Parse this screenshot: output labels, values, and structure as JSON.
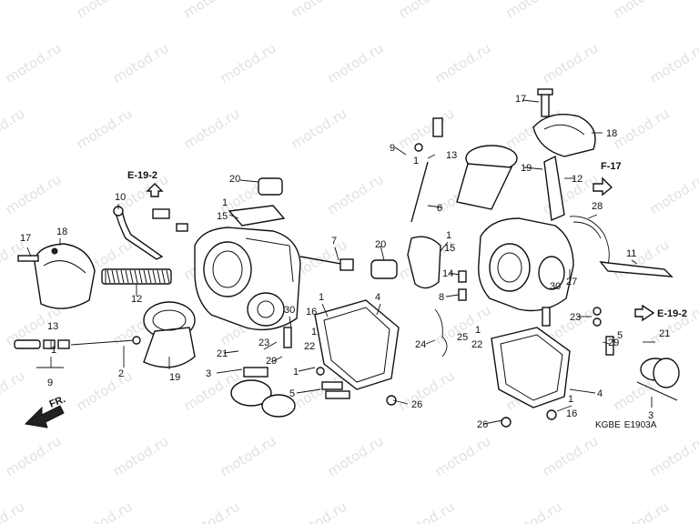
{
  "watermark_text": "motod.ru",
  "diagram_code": "KGBE  E1903A",
  "front_label": "FR.",
  "refs": {
    "e19_left": "E-19-2",
    "e19_right": "E-19-2",
    "f17": "F-17"
  },
  "callouts": {
    "c1": "17",
    "c2": "18",
    "c3": "10",
    "c4": "12",
    "c5": "13",
    "c6": "1",
    "c7": "9",
    "c8": "2",
    "c9": "19",
    "c10": "20",
    "c11": "1",
    "c12": "15",
    "c13": "7",
    "c14": "21",
    "c15": "3",
    "c16": "23",
    "c17": "30",
    "c18": "1",
    "c19": "16",
    "c20": "1",
    "c21": "22",
    "c22": "29",
    "c23": "1",
    "c24": "5",
    "c25": "4",
    "c26": "26",
    "c27": "9",
    "c28": "1",
    "c29": "13",
    "c30": "6",
    "c31": "19",
    "c32": "12",
    "c33": "20",
    "c34": "1",
    "c35": "15",
    "c36": "14",
    "c37": "8",
    "c38": "24",
    "c39": "25",
    "c40": "17",
    "c41": "18",
    "c42": "28",
    "c43": "11",
    "c44": "27",
    "c45": "30",
    "c46": "23",
    "c47": "1",
    "c48": "22",
    "c49": "5",
    "c50": "29",
    "c51": "21",
    "c52": "3",
    "c53": "4",
    "c54": "1",
    "c55": "16",
    "c56": "26"
  },
  "colors": {
    "line": "#111111",
    "watermark": "#c9c9c9",
    "background": "#ffffff"
  }
}
